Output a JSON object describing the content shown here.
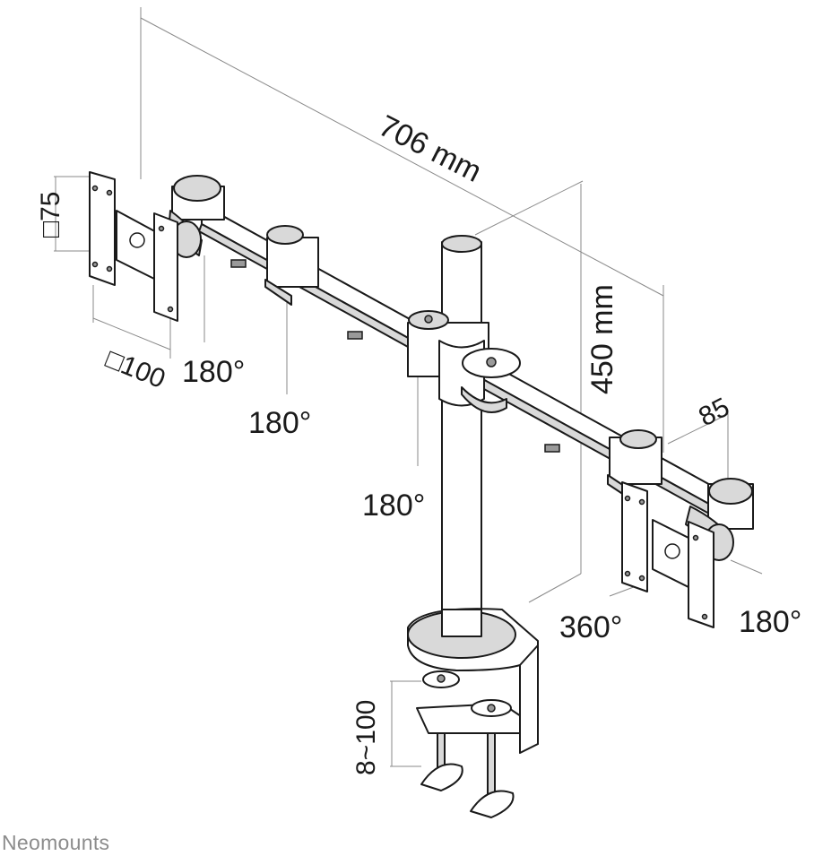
{
  "dimensions": {
    "width": "706 mm",
    "height": "450 mm",
    "arm_offset": "85",
    "vesa_small": "□75",
    "vesa_large": "□100",
    "clamp_range": "8~100"
  },
  "rotations": {
    "left_head_tilt": "180°",
    "left_arm_joint": "180°",
    "center_joint": "180°",
    "pole_swivel": "360°",
    "right_head_tilt": "180°"
  },
  "brand": {
    "name": "Neomounts"
  }
}
